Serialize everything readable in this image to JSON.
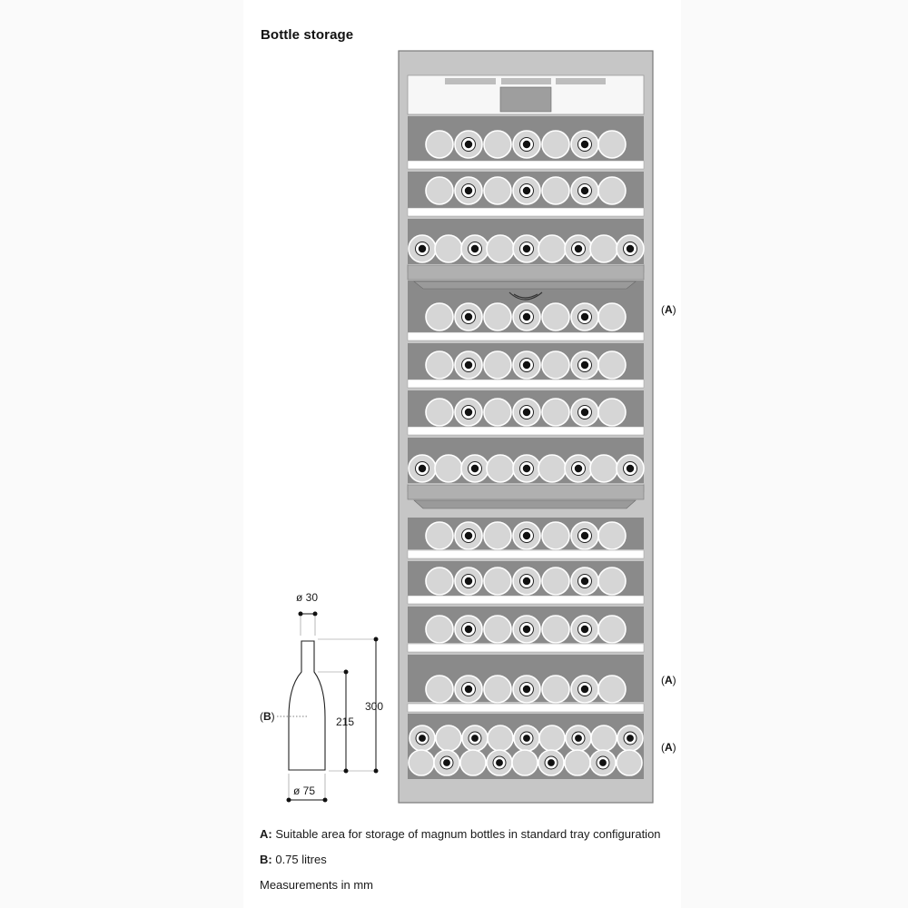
{
  "title": "Bottle storage",
  "callouts": {
    "upper": {
      "letter": "A"
    },
    "middle": {
      "letter": "A"
    },
    "lower": {
      "letter": "A"
    }
  },
  "bottle_dims": {
    "neck_diameter": "ø 30",
    "body_diameter": "ø 75",
    "height_total": "300",
    "height_body": "215",
    "marker": "B"
  },
  "notes": [
    {
      "key": "A:",
      "text": "Suitable area for storage of magnum bottles in standard tray configuration"
    },
    {
      "key": "B:",
      "text": "0.75 litres"
    },
    {
      "key": "",
      "text": "Measurements in mm"
    }
  ],
  "colors": {
    "cabinet": "#c6c6c6",
    "cabinet_border": "#7a7a7a",
    "tray_band": "#8a8a8a",
    "shelf": "#ffffff",
    "bottle_end": "#d6d6d6",
    "bottle_outline": "#ffffff",
    "cap": "#111111"
  }
}
